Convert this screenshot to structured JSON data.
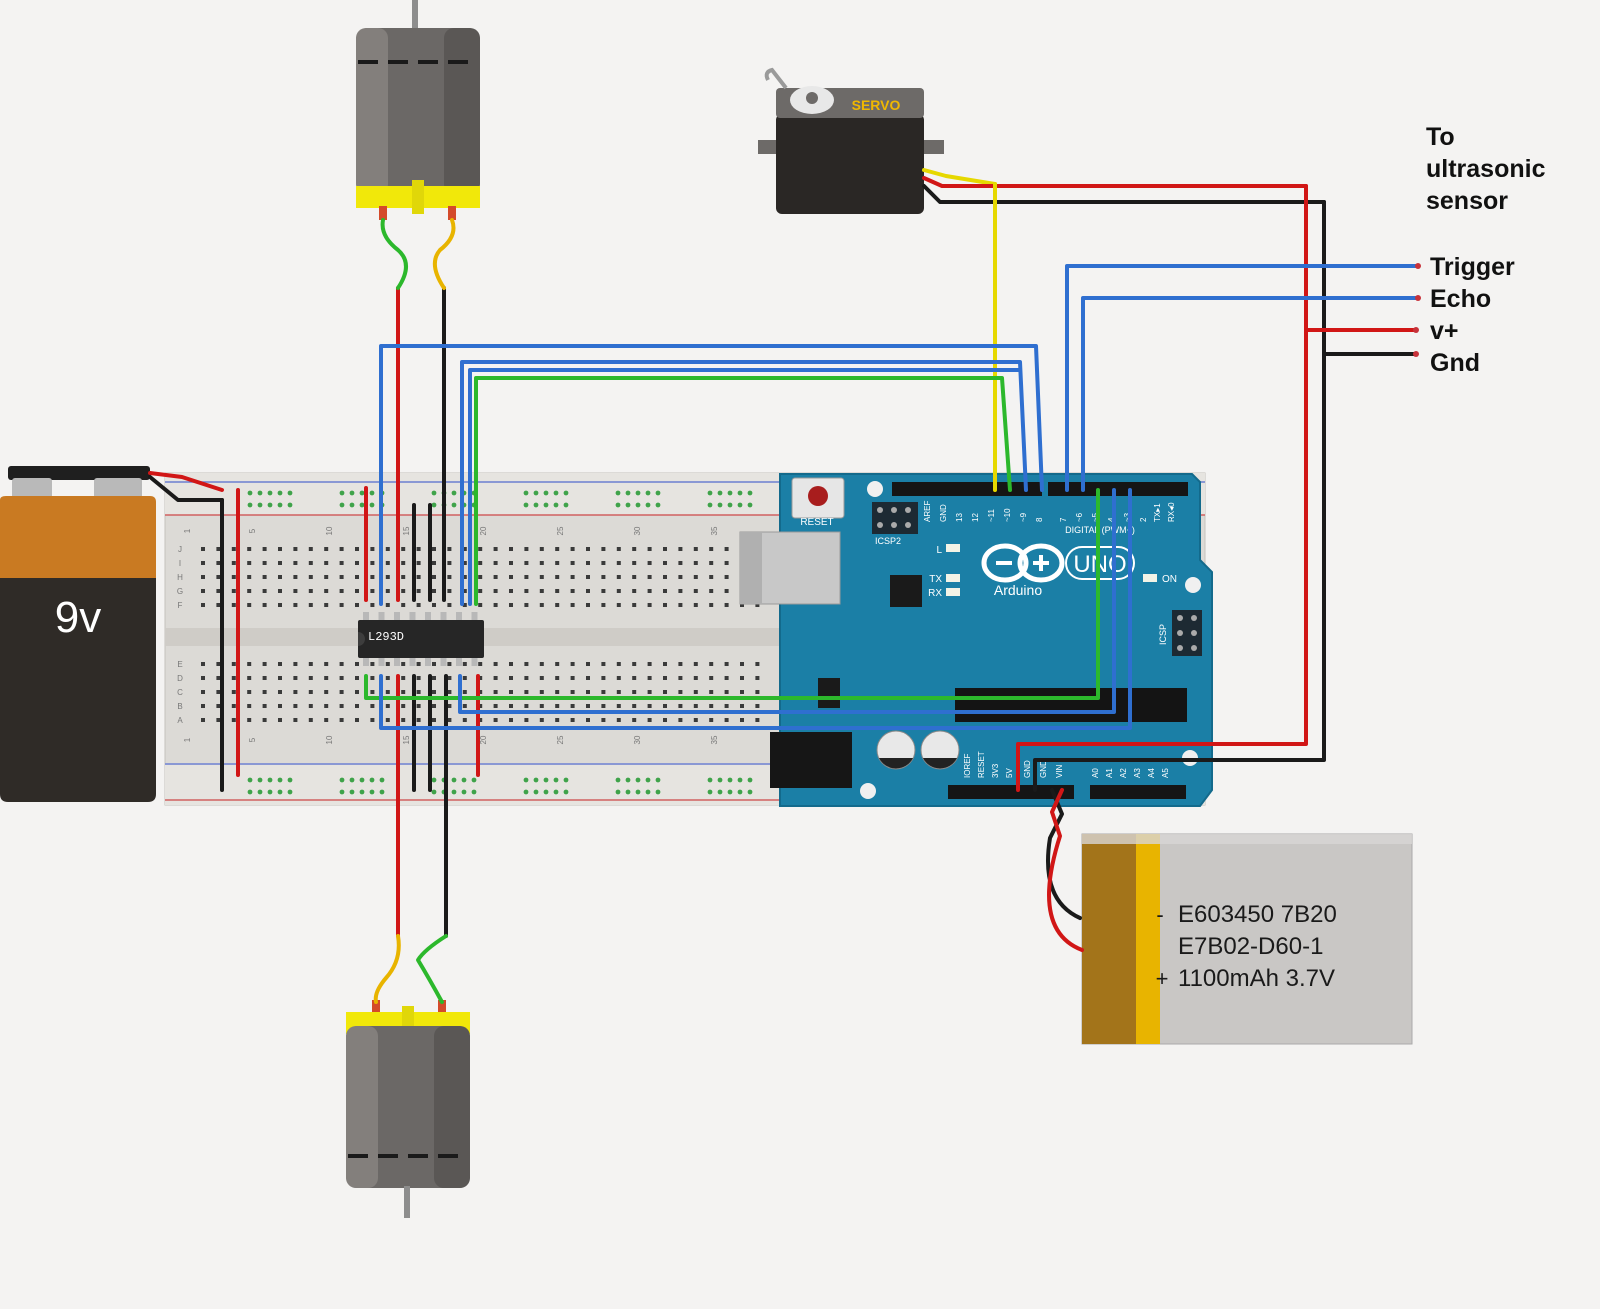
{
  "labels": {
    "battery_9v": "9v",
    "servo": "SERVO",
    "sensor_heading": [
      "To",
      "ultrasonic",
      "sensor"
    ],
    "trigger": "Trigger",
    "echo": "Echo",
    "vplus": "v+",
    "gnd": "Gnd",
    "ic": "L293D",
    "arduino_brand": "Arduino",
    "arduino_model": "UNO",
    "reset": "RESET",
    "icsp2": "ICSP2",
    "icsp": "ICSP",
    "led_l": "L",
    "led_tx": "TX",
    "led_rx": "RX",
    "led_on": "ON",
    "digital": "DIGITAL (PWM~)",
    "lipo_line1": "E603450 7B20",
    "lipo_line2": "E7B02-D60-1",
    "lipo_line3": "1100mAh 3.7V",
    "lipo_minus": "-",
    "lipo_plus": "+"
  },
  "pin_labels": {
    "top": [
      "AREF",
      "GND",
      "13",
      "12",
      "~11",
      "~10",
      "~9",
      "8",
      "7",
      "~6",
      "~5",
      "4",
      "~3",
      "2",
      "TX▸1",
      "RX◂0"
    ],
    "bottom": [
      "IOREF",
      "RESET",
      "3V3",
      "5V",
      "GND",
      "GND",
      "VIN",
      "A0",
      "A1",
      "A2",
      "A3",
      "A4",
      "A5"
    ]
  },
  "breadboard": {
    "row_letters": [
      "J",
      "I",
      "H",
      "G",
      "F",
      "E",
      "D",
      "C",
      "B",
      "A"
    ],
    "column_numbers": [
      "1",
      "5",
      "10",
      "15",
      "20",
      "25",
      "30",
      "35"
    ]
  },
  "colors": {
    "background": "#f4f3f2",
    "arduino": "#1b7fa6",
    "wire_red": "#d11616",
    "wire_black": "#1a1a1a",
    "wire_blue": "#2f6fd0",
    "wire_green": "#2cb82c",
    "wire_yellow": "#e6d800",
    "breadboard": "#dcdad6",
    "motor": "#6b6866",
    "motor_cap": "#f1e80a",
    "battery_top": "#c97a22",
    "lipo_band": "#e8b400"
  }
}
